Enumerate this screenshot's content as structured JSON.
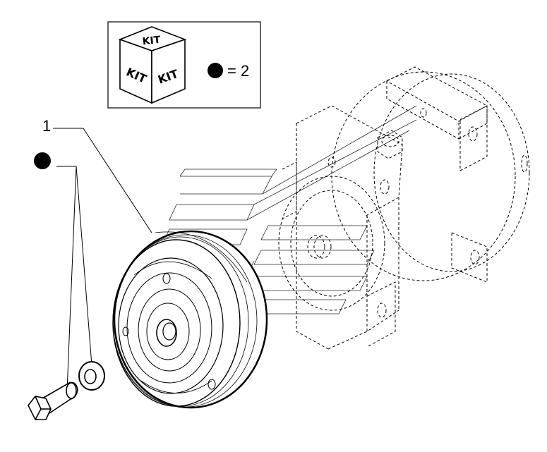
{
  "legend": {
    "kit_face_top": "KIT",
    "kit_face_left": "KIT",
    "kit_face_right": "KIT",
    "equals_text": "= 2"
  },
  "callouts": [
    {
      "number": "1"
    }
  ],
  "colors": {
    "line": "#000000",
    "background": "#ffffff"
  },
  "icons": {
    "legend_box": "kit-cube-icon",
    "qty_marker": "filled-dot-icon"
  }
}
